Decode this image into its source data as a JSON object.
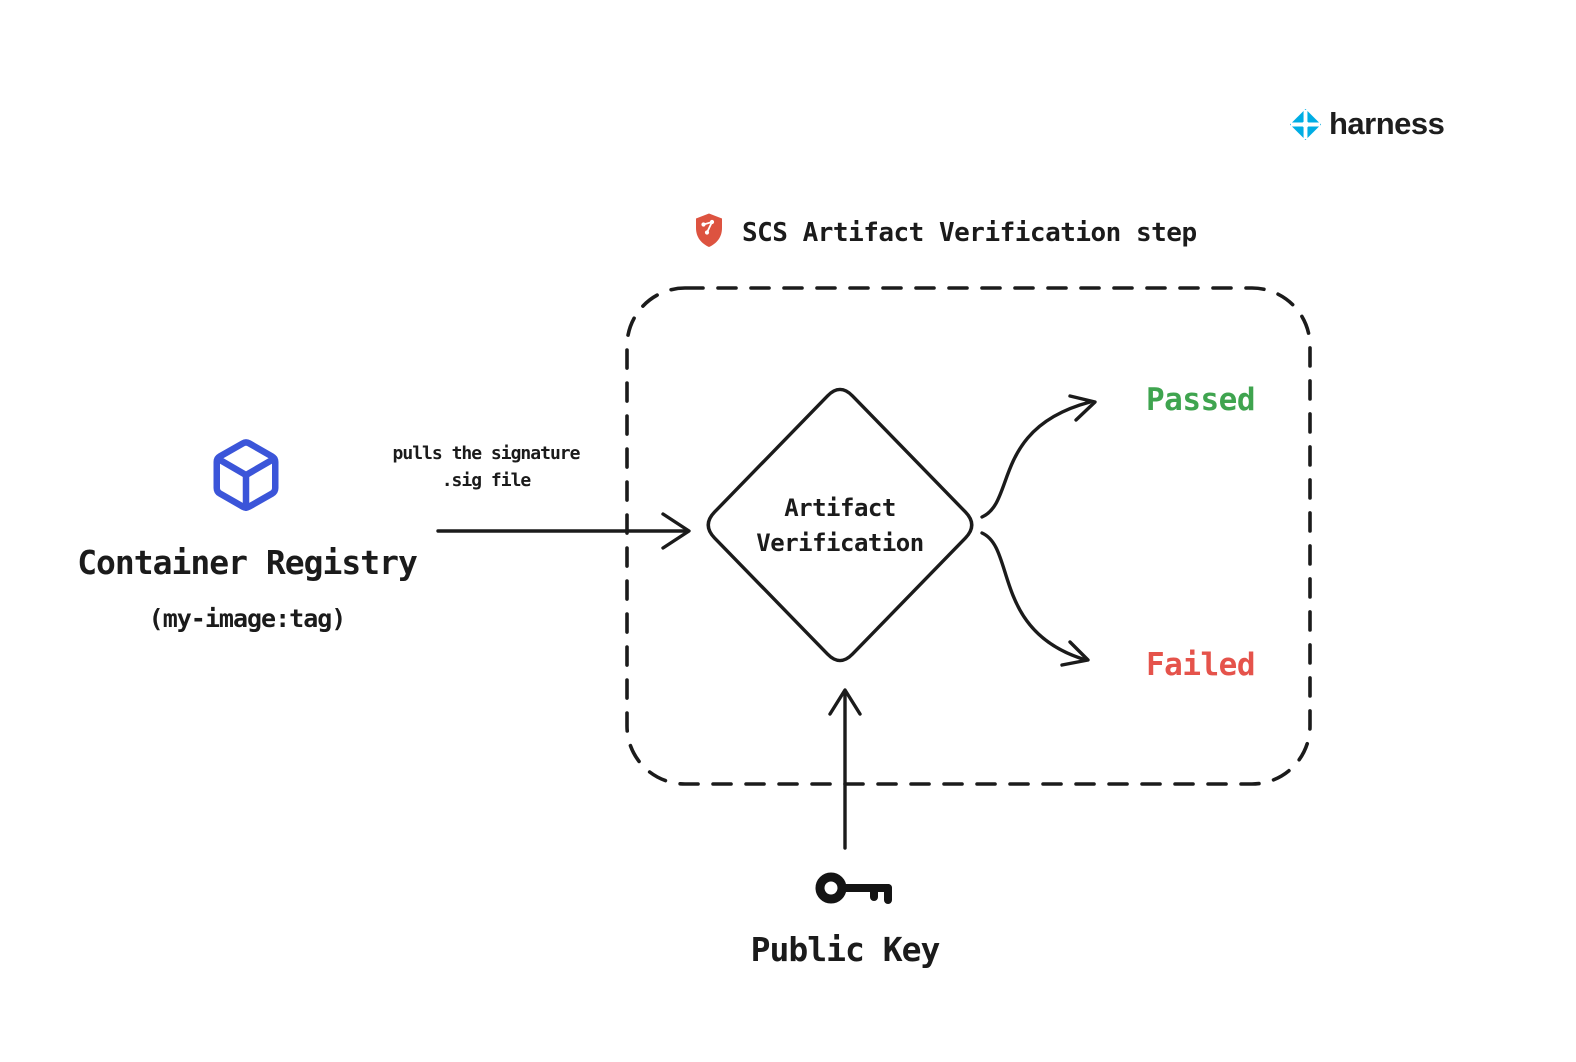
{
  "colors": {
    "ink": "#1b1b1b",
    "passed": "#3FA44F",
    "failed": "#E5534B",
    "registry": "#3B55D9",
    "brand": "#00ADE4",
    "shield": "#DD5340"
  },
  "brand": {
    "name": "harness"
  },
  "step": {
    "label": "SCS Artifact Verification step"
  },
  "registry": {
    "title": "Container Registry",
    "subtitle": "(my-image:tag)"
  },
  "pull_arrow": {
    "label_line1": "pulls the signature",
    "label_line2": ".sig file"
  },
  "decision": {
    "line1": "Artifact",
    "line2": "Verification"
  },
  "outcomes": {
    "passed": "Passed",
    "failed": "Failed"
  },
  "public_key": {
    "label": "Public Key"
  }
}
